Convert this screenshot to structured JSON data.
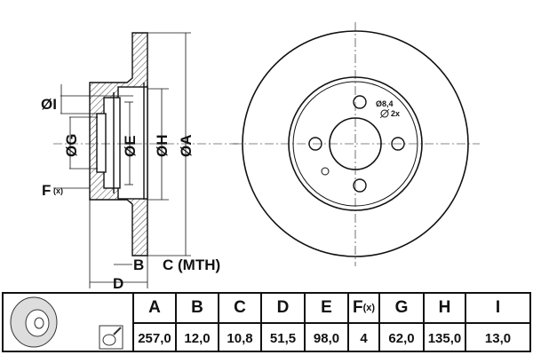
{
  "drawing": {
    "labels": {
      "I": "ØI",
      "G": "ØG",
      "E": "ØE",
      "H": "ØH",
      "A": "ØA",
      "F": "F",
      "F_sub": "(x)",
      "B": "B",
      "C": "C (MTH)",
      "D": "D"
    },
    "hole_note": {
      "diameter": "Ø8,4",
      "count": "2x"
    }
  },
  "table": {
    "headers": [
      "A",
      "B",
      "C",
      "D",
      "E",
      "F",
      "G",
      "H",
      "I"
    ],
    "f_suffix": "(x)",
    "values": [
      "257,0",
      "12,0",
      "10,8",
      "51,5",
      "98,0",
      "4",
      "62,0",
      "135,0",
      "13,0"
    ]
  }
}
